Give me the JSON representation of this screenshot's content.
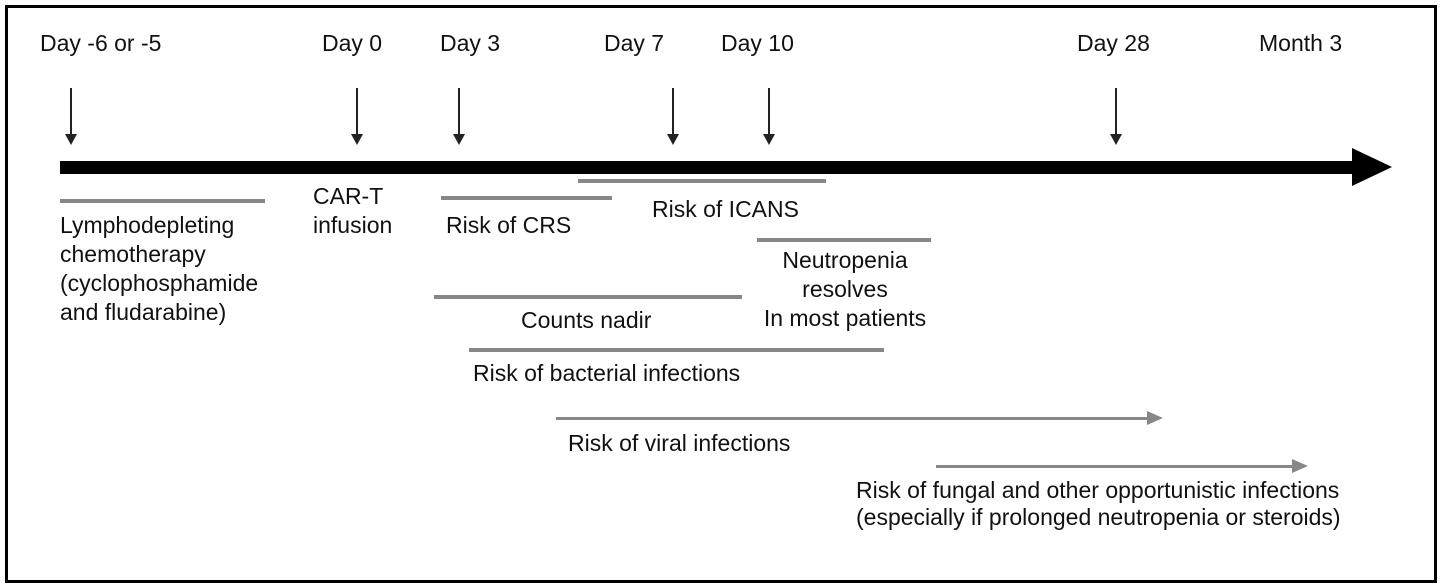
{
  "milestones": [
    {
      "label": "Day -6 or -5"
    },
    {
      "label": "Day 0"
    },
    {
      "label": "Day 3"
    },
    {
      "label": "Day 7"
    },
    {
      "label": "Day 10"
    },
    {
      "label": "Day 28"
    },
    {
      "label": "Month 3"
    }
  ],
  "events": {
    "lymphodepleting": {
      "lines": [
        "Lymphodepleting",
        "chemotherapy",
        "(cyclophosphamide",
        "and fludarabine)"
      ]
    },
    "cart_infusion": {
      "lines": [
        "CAR-T",
        "infusion"
      ]
    },
    "crs": {
      "label": "Risk of CRS"
    },
    "icans": {
      "label": "Risk of ICANS"
    },
    "neutropenia": {
      "lines": [
        "Neutropenia",
        "resolves",
        "In most patients"
      ]
    },
    "counts_nadir": {
      "label": "Counts nadir"
    },
    "bacterial": {
      "label": "Risk of bacterial infections"
    },
    "viral": {
      "label": "Risk of viral infections"
    },
    "fungal": {
      "lines": [
        "Risk of fungal and other opportunistic  infections",
        "(especially if prolonged neutropenia or steroids)"
      ]
    }
  },
  "colors": {
    "bar_gray": "#878787",
    "axis_black": "#000000"
  }
}
